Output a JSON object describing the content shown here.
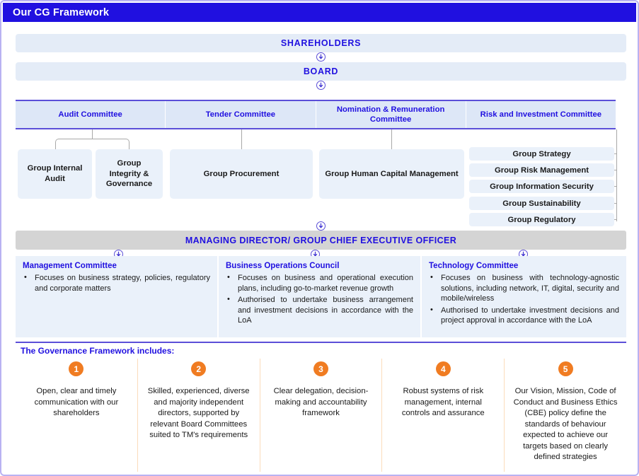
{
  "header": {
    "title": "Our CG Framework"
  },
  "top_bars": {
    "shareholders": "SHAREHOLDERS",
    "board": "BOARD",
    "md_ceo": "MANAGING DIRECTOR/ GROUP CHIEF EXECUTIVE OFFICER"
  },
  "board_committees": [
    {
      "name": "Audit Committee"
    },
    {
      "name": "Tender Committee"
    },
    {
      "name": "Nomination & Remuneration Committee"
    },
    {
      "name": "Risk and Investment Committee"
    }
  ],
  "units": {
    "group_internal_audit": "Group Internal Audit",
    "group_integrity_governance": "Group Integrity & Governance",
    "group_procurement": "Group Procurement",
    "group_human_capital": "Group Human Capital Management",
    "risk_units": [
      "Group Strategy",
      "Group Risk Management",
      "Group Information Security",
      "Group Sustainability",
      "Group Regulatory"
    ]
  },
  "exco_committees": [
    {
      "title": "Management Committee",
      "points": [
        "Focuses on business strategy, policies, regulatory and corporate matters"
      ]
    },
    {
      "title": "Business Operations Council",
      "points": [
        "Focuses on business and operational execution plans, including go-to-market revenue growth",
        "Authorised to undertake business arrangement and investment decisions in accordance with the LoA"
      ]
    },
    {
      "title": "Technology Committee",
      "points": [
        "Focuses on business with technology-agnostic solutions, including network, IT, digital, security and mobile/wireless",
        "Authorised to undertake investment decisions and project approval in accordance with the LoA"
      ]
    }
  ],
  "governance": {
    "title": "The Governance Framework includes:",
    "items": [
      {
        "number": "1",
        "text": "Open, clear and timely communication with our shareholders"
      },
      {
        "number": "2",
        "text": "Skilled, experienced, diverse and majority independent directors, supported by relevant Board Committees suited to TM's requirements"
      },
      {
        "number": "3",
        "text": "Clear delegation, decision-making and accountability framework"
      },
      {
        "number": "4",
        "text": "Robust systems of risk management, internal controls and assurance"
      },
      {
        "number": "5",
        "text": "Our Vision, Mission, Code of Conduct and Business Ethics (CBE) policy define the standards of behaviour expected to achieve our targets based on clearly defined strategies"
      }
    ]
  },
  "colors": {
    "brand_blue": "#2010E0",
    "accent_purple": "#5b4fd8",
    "panel_blue": "#eaf1fa",
    "strip_blue": "#dde7f7",
    "grey_bar": "#d4d4d4",
    "orange": "#f07c22"
  }
}
